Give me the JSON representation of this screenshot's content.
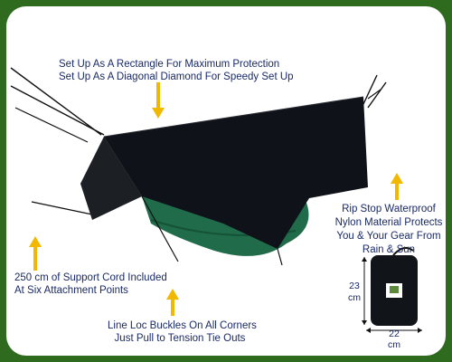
{
  "callouts": {
    "rectangle": "Set Up As A Rectangle For Maximum Protection",
    "diamond": "Set Up As A Diagonal Diamond For Speedy Set Up",
    "material_line1": "Rip Stop Waterproof",
    "material_line2": "Nylon Material Protects",
    "material_line3": "You & Your Gear From",
    "material_line4": "Rain & Sun",
    "cord_line1": "250 cm of Support Cord Included",
    "cord_line2": "At Six Attachment Points",
    "buckles_line1": "Line Loc Buckles On All Corners",
    "buckles_line2": "Just Pull to Tension Tie Outs"
  },
  "bag_dimensions": {
    "height_value": "23",
    "height_unit": "cm",
    "width_value": "22",
    "width_unit": "cm"
  },
  "colors": {
    "border": "#2f6b1f",
    "tarp": "#0f1218",
    "hammock": "#1f6b4a",
    "arrow": "#f2b800",
    "text": "#1a2a66"
  }
}
